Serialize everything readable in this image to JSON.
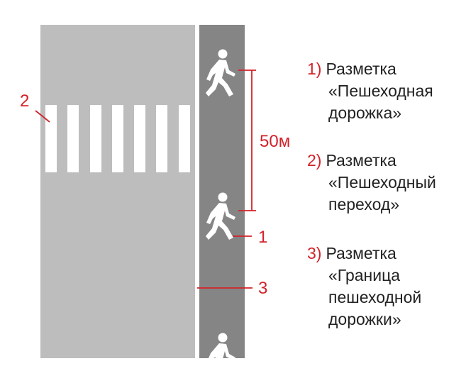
{
  "callouts": {
    "marker_1": "1",
    "marker_2": "2",
    "marker_3": "3",
    "distance": "50м"
  },
  "legend": [
    {
      "number": "1)",
      "line1": "Разметка",
      "line2": "«Пешеходная",
      "line3": "дорожка»",
      "line4": ""
    },
    {
      "number": "2)",
      "line1": "Разметка",
      "line2": "«Пешеходный",
      "line3": "переход»",
      "line4": ""
    },
    {
      "number": "3)",
      "line1": "Разметка",
      "line2": "«Граница",
      "line3": "пешеходной",
      "line4": "дорожки»"
    }
  ],
  "icons": [
    "pedestrian-icon",
    "pedestrian-icon",
    "pedestrian-icon"
  ],
  "colors": {
    "road": "#bdbdbd",
    "sidewalk": "#858585",
    "marking": "#ffffff",
    "accent": "#d2232a",
    "text": "#222222"
  }
}
